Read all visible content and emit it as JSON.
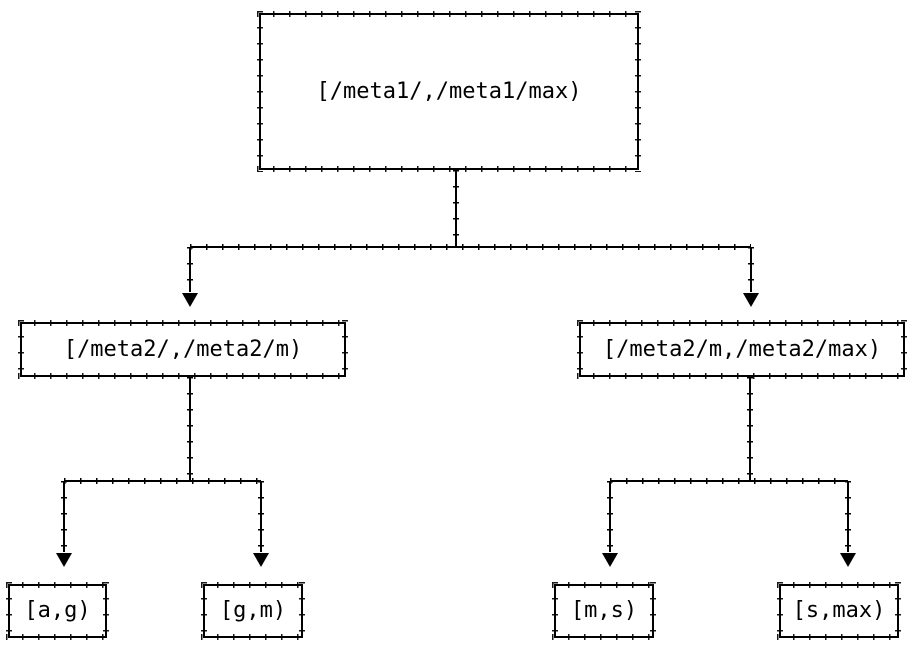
{
  "diagram": {
    "type": "tree",
    "background_color": "#ffffff",
    "line_color": "#000000",
    "text_color": "#000000",
    "nodes": {
      "root": {
        "label": "[/meta1/,/meta1/max)"
      },
      "mid_left": {
        "label": "[/meta2/,/meta2/m)"
      },
      "mid_right": {
        "label": "[/meta2/m,/meta2/max)"
      },
      "leaf_ag": {
        "label": "[a,g)"
      },
      "leaf_gm": {
        "label": "[g,m)"
      },
      "leaf_ms": {
        "label": "[m,s)"
      },
      "leaf_smax": {
        "label": "[s,max)"
      }
    },
    "edges": [
      {
        "from": "root",
        "to": "mid_left"
      },
      {
        "from": "root",
        "to": "mid_right"
      },
      {
        "from": "mid_left",
        "to": "leaf_ag"
      },
      {
        "from": "mid_left",
        "to": "leaf_gm"
      },
      {
        "from": "mid_right",
        "to": "leaf_ms"
      },
      {
        "from": "mid_right",
        "to": "leaf_smax"
      }
    ]
  }
}
